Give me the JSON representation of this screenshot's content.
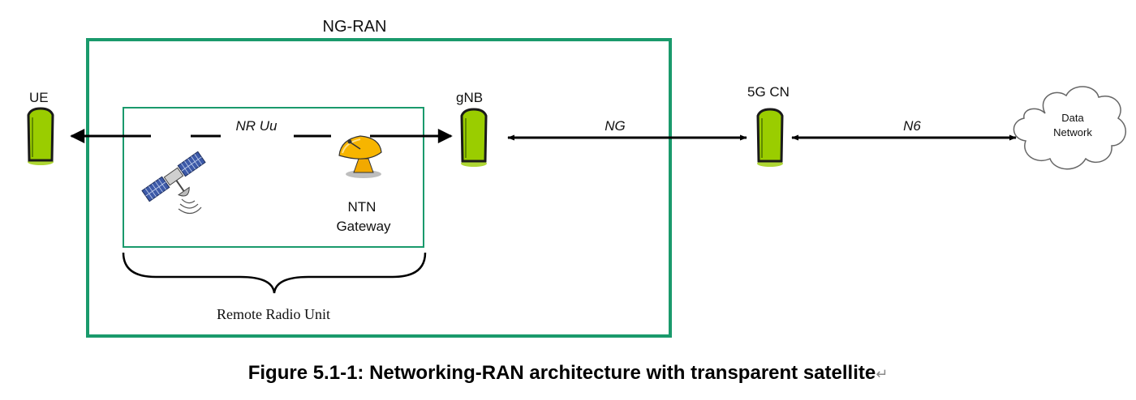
{
  "diagram": {
    "outer_box_label": "NG-RAN",
    "ue_label": "UE",
    "gnb_label": "gNB",
    "core_label": "5G CN",
    "data_network_label_line1": "Data",
    "data_network_label_line2": "Network",
    "link_uu_label": "NR Uu",
    "link_ng_label": "NG",
    "link_n6_label": "N6",
    "gateway_label_line1": "NTN",
    "gateway_label_line2": "Gateway",
    "brace_label": "Remote Radio Unit"
  },
  "caption": {
    "text": "Figure 5.1-1: Networking-RAN architecture with transparent satellite",
    "return_mark": "↵"
  },
  "colors": {
    "box_green": "#1a9a6c",
    "node_green": "#9acd00",
    "node_dark": "#1a1a1a"
  }
}
